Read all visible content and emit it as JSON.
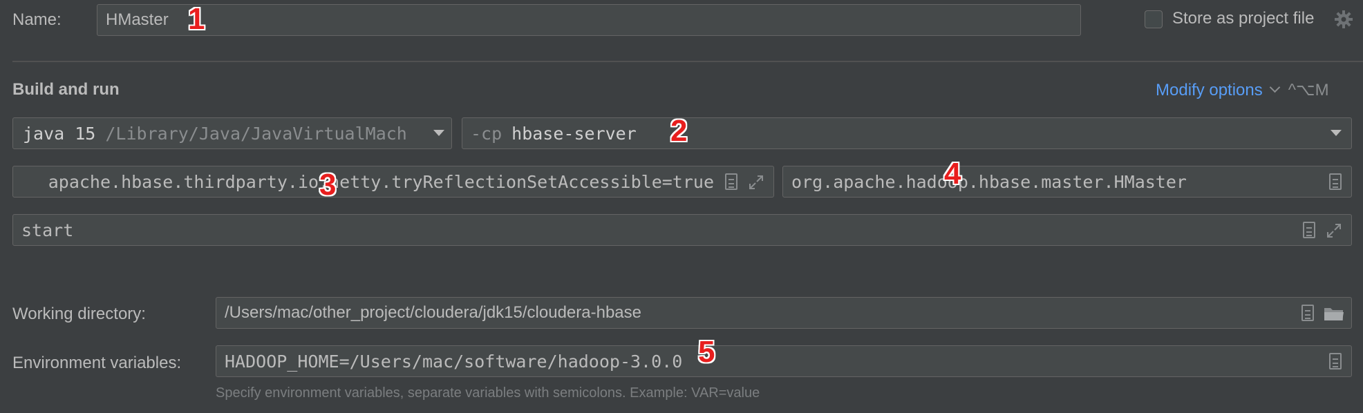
{
  "name_row": {
    "label": "Name:",
    "value": "HMaster",
    "store_label": "Store as project file"
  },
  "build_run": {
    "heading": "Build and run",
    "modify_options": "Modify options",
    "shortcut": "^⌥M",
    "jdk": {
      "version": "java 15",
      "path": "/Library/Java/JavaVirtualMach"
    },
    "classpath": {
      "flag": "-cp",
      "module": "hbase-server"
    },
    "vm_options": "apache.hbase.thirdparty.io.netty.tryReflectionSetAccessible=true",
    "main_class": "org.apache.hadoop.hbase.master.HMaster",
    "program_args": "start"
  },
  "working_dir": {
    "label": "Working directory:",
    "value": "/Users/mac/other_project/cloudera/jdk15/cloudera-hbase"
  },
  "env_vars": {
    "label": "Environment variables:",
    "value": "HADOOP_HOME=/Users/mac/software/hadoop-3.0.0",
    "hint": "Specify environment variables, separate variables with semicolons. Example: VAR=value"
  },
  "annotations": [
    "1",
    "2",
    "3",
    "4",
    "5"
  ],
  "colors": {
    "background": "#3c3f41",
    "field": "#45494a",
    "link": "#589df6",
    "badge": "#e81e1e"
  }
}
